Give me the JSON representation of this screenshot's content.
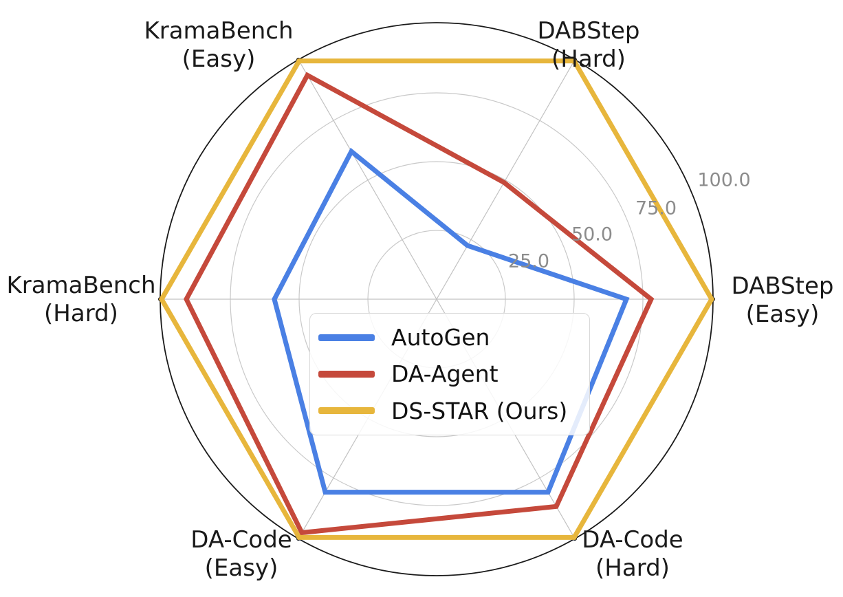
{
  "chart_data": {
    "type": "radar",
    "title": "",
    "r_range": [
      0,
      100
    ],
    "grid": true,
    "legend_position": "center",
    "axes": [
      {
        "id": "dabstep-hard",
        "label": "DABStep\n(Hard)",
        "angle_deg": 60
      },
      {
        "id": "dabstep-easy",
        "label": "DABStep\n(Easy)",
        "angle_deg": 0
      },
      {
        "id": "da-code-hard",
        "label": "DA-Code\n(Hard)",
        "angle_deg": -60
      },
      {
        "id": "da-code-easy",
        "label": "DA-Code\n(Easy)",
        "angle_deg": -120
      },
      {
        "id": "kramabench-hard",
        "label": "KramaBench\n(Hard)",
        "angle_deg": 180
      },
      {
        "id": "kramabench-easy",
        "label": "KramaBench\n(Easy)",
        "angle_deg": 120
      }
    ],
    "r_ticks": [
      {
        "value": 25,
        "label": "25.0"
      },
      {
        "value": 50,
        "label": "50.0"
      },
      {
        "value": 75,
        "label": "75.0"
      },
      {
        "value": 100,
        "label": "100.0"
      }
    ],
    "series": [
      {
        "name": "AutoGen",
        "color": "#4a80e4",
        "values": [
          22.5,
          69,
          81,
          81,
          59,
          62
        ]
      },
      {
        "name": "DA-Agent",
        "color": "#c5493b",
        "values": [
          49,
          78,
          87,
          98,
          91,
          94
        ]
      },
      {
        "name": "DS-STAR (Ours)",
        "color": "#e7b63c",
        "values": [
          100,
          100,
          100,
          100,
          100,
          100
        ]
      }
    ],
    "colors": {
      "grid_line": "#c9c9c9",
      "spoke_line": "#c2c2c2",
      "outer_circle": "#1a1a1a",
      "tick_label": "#8c8c8c",
      "axis_label": "#1a1a1a"
    }
  }
}
